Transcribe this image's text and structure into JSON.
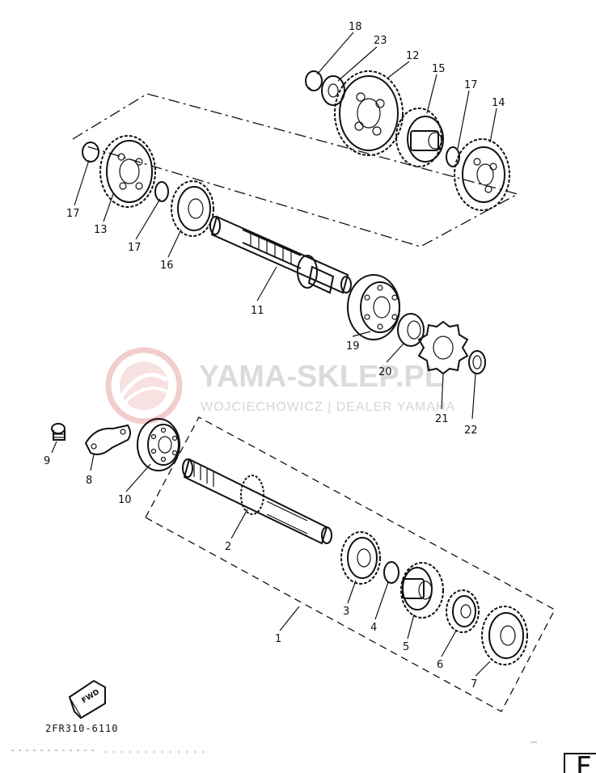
{
  "watermark": {
    "brand": "YAMA-SKLEP.PL",
    "dealer": "WOJCIECHOWICZ | DEALER YAMAHA",
    "logo_icon": "yamaha-tuning-fork-logo-icon",
    "logo_color": "#e8a6a6"
  },
  "diagram_code": "2FR310-6110",
  "fwd_label": "FWD",
  "edge_mark": "F",
  "labels": {
    "p1": "1",
    "p2": "2",
    "p3": "3",
    "p4": "4",
    "p5": "5",
    "p6": "6",
    "p7": "7",
    "p8": "8",
    "p9": "9",
    "p10": "10",
    "p11": "11",
    "p12": "12",
    "p13": "13",
    "p14": "14",
    "p15": "15",
    "p16": "16",
    "p17a": "17",
    "p17b": "17",
    "p17c": "17",
    "p18": "18",
    "p19": "19",
    "p20": "20",
    "p21": "21",
    "p22": "22",
    "p23": "23"
  }
}
